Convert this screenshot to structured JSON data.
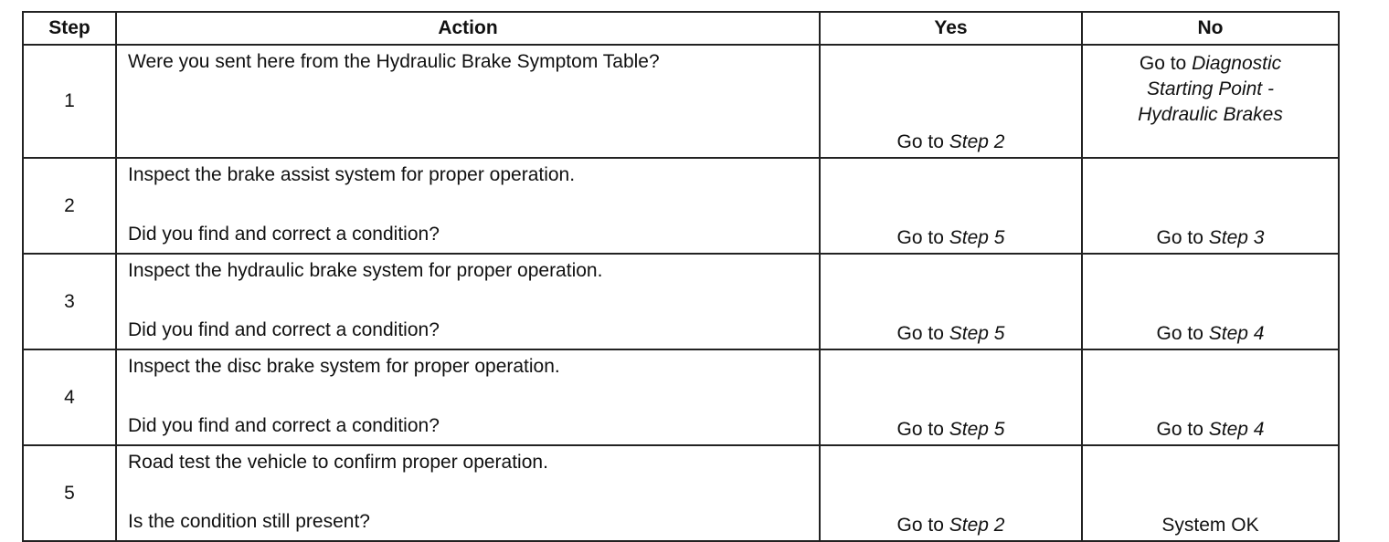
{
  "headers": {
    "step": "Step",
    "action": "Action",
    "yes": "Yes",
    "no": "No"
  },
  "rows": [
    {
      "step": "1",
      "action_line1": "Were you sent here from the Hydraulic Brake Symptom Table?",
      "action_line2": "",
      "yes_prefix": "Go to",
      "yes_link": "Step 2",
      "no_prefix": "Go to",
      "no_link_line1": "Diagnostic",
      "no_link_line2": "Starting Point -",
      "no_link_line3": "Hydraulic Brakes"
    },
    {
      "step": "2",
      "action_line1": "Inspect the brake assist system for proper operation.",
      "action_line2": "Did you find and correct a condition?",
      "yes_prefix": "Go to",
      "yes_link": "Step 5",
      "no_prefix": "Go to",
      "no_link": "Step 3"
    },
    {
      "step": "3",
      "action_line1": "Inspect the hydraulic brake system for proper operation.",
      "action_line2": "Did you find and correct a condition?",
      "yes_prefix": "Go to",
      "yes_link": "Step 5",
      "no_prefix": "Go to",
      "no_link": "Step 4"
    },
    {
      "step": "4",
      "action_line1": "Inspect the disc brake system for proper operation.",
      "action_line2": "Did you find and correct a condition?",
      "yes_prefix": "Go to",
      "yes_link": "Step 5",
      "no_prefix": "Go to",
      "no_link": "Step 4"
    },
    {
      "step": "5",
      "action_line1": "Road test the vehicle to confirm proper operation.",
      "action_line2": "Is the condition still present?",
      "yes_prefix": "Go to",
      "yes_link": "Step 2",
      "no_text": "System OK"
    }
  ]
}
